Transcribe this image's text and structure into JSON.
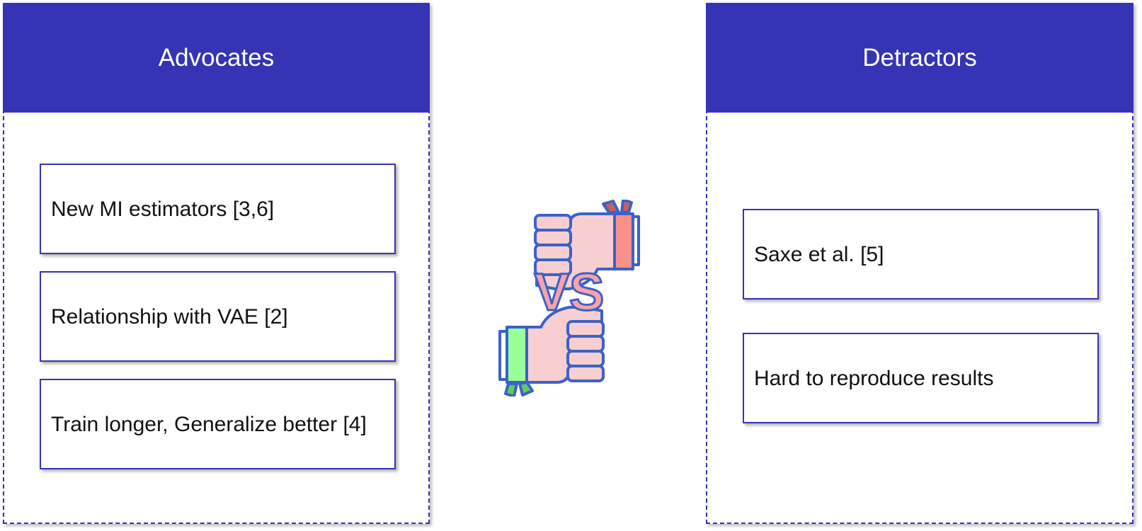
{
  "colors": {
    "header_bg": "#3434b4",
    "border": "#3434b4",
    "header_text": "#ffffff",
    "card_text": "#111111",
    "skin": "#f8cfd0",
    "outline": "#3b62c8",
    "cuff_right": "#f9908c",
    "cuff_left": "#99ff99",
    "ribbon_right": "#c75f5f",
    "ribbon_left": "#66cc55"
  },
  "advocates": {
    "title": "Advocates",
    "items": [
      "New MI estimators [3,6]",
      "Relationship with VAE [2]",
      "Train longer, Generalize better [4]"
    ]
  },
  "detractors": {
    "title": "Detractors",
    "items": [
      "Saxe et al. [5]",
      "Hard to reproduce results"
    ]
  },
  "versus": {
    "icon": "fist-bump-vs-icon",
    "text": "VS"
  }
}
